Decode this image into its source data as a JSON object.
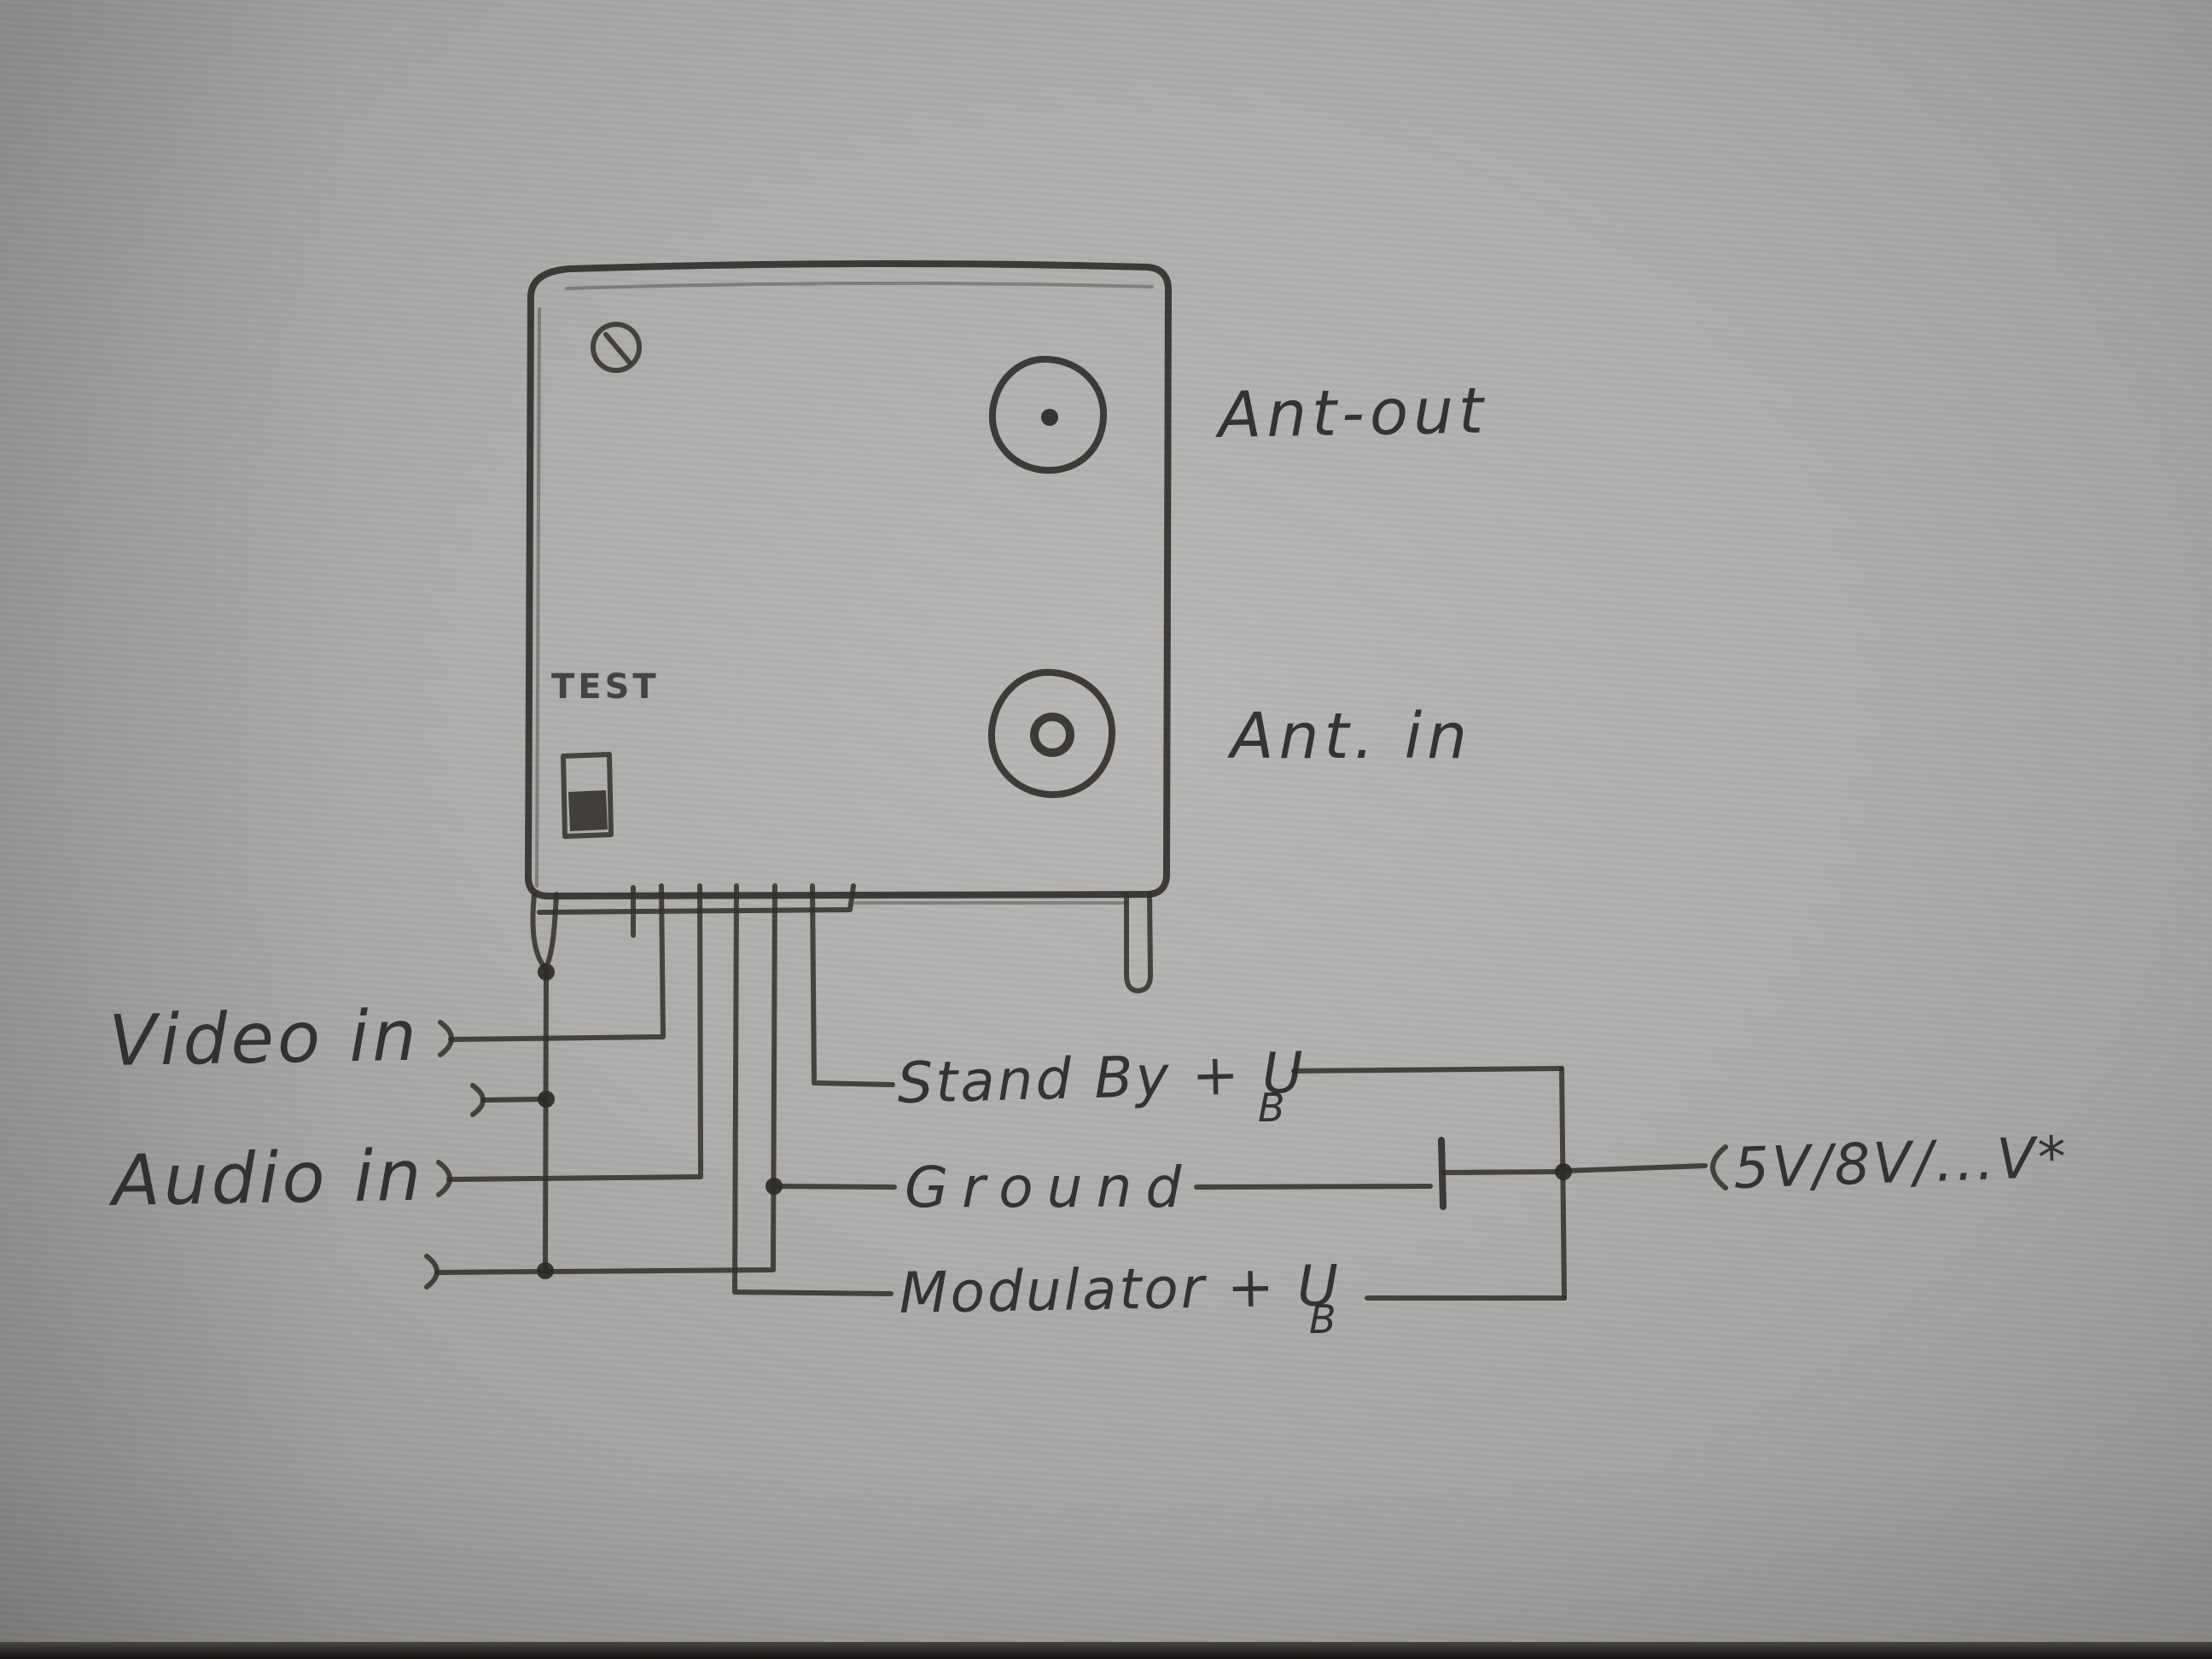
{
  "photo": {
    "paper_color": "#aeadab",
    "ink_color": "#2e2c29"
  },
  "module": {
    "test_label": "TEST",
    "ant_out_label": "Ant-out",
    "ant_in_label": "Ant. in"
  },
  "pins": {
    "video_in_label": "Video in",
    "audio_in_label": "Audio in",
    "standby_label": "Stand By + U",
    "standby_sub": "B",
    "ground_label": "Ground",
    "modulator_label": "Modulator + U",
    "modulator_sub": "B",
    "supply_label": "5V/8V/...V*"
  }
}
